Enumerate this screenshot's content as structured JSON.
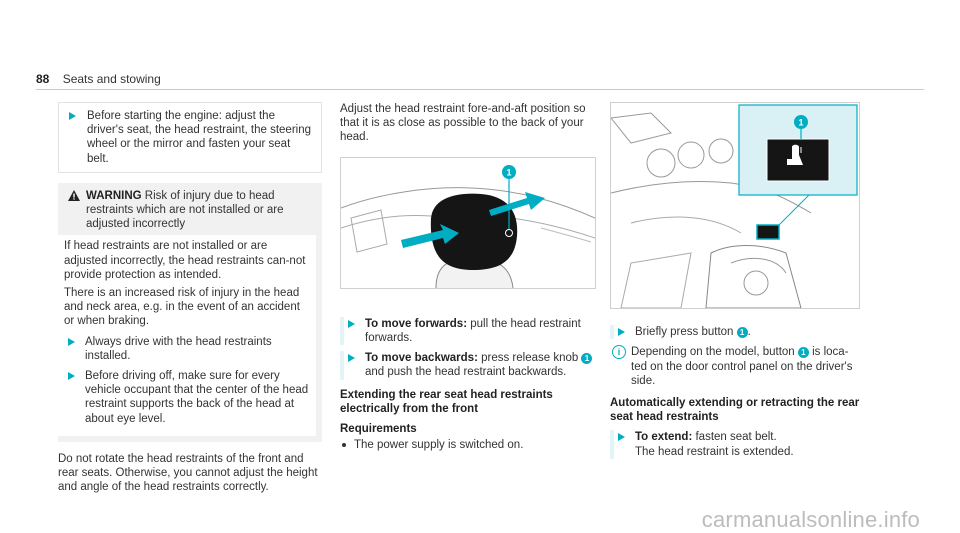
{
  "header": {
    "page_number": "88",
    "section": "Seats and stowing"
  },
  "col1": {
    "intro_step": "Before starting the engine: adjust the driver's seat, the head restraint, the steering wheel or the mirror and fasten your seat belt.",
    "warning": {
      "label": "WARNING",
      "headline": "Risk of injury due to head restraints which are not installed or are adjusted incorrectly",
      "p1": "If head restraints are not installed or are adjusted incorrectly, the head restraints can-not provide protection as intended.",
      "p2": "There is an increased risk of injury in the head and neck area, e.g. in the event of an accident or when braking.",
      "step1": "Always drive with the head restraints installed.",
      "step2": "Before driving off, make sure for every vehicle occupant that the center of the head restraint supports the back of the head at about eye level."
    },
    "closing": "Do not rotate the head restraints of the front and rear seats. Otherwise, you cannot adjust the height and angle of the head restraints correctly."
  },
  "col2": {
    "intro": "Adjust the head restraint fore-and-aft position so that it is as close as possible to the back of your head.",
    "image_callout": "1",
    "step1_label": "To move forwards:",
    "step1_text": " pull the head restraint forwards.",
    "step2_label": "To move backwards:",
    "step2_text_a": " press release knob ",
    "step2_callout": "1",
    "step2_text_b": " and push the head restraint backwards.",
    "subheading": "Extending the rear seat head restraints electrically from the front",
    "requirements_label": "Requirements",
    "requirement1": "The power supply is switched on."
  },
  "col3": {
    "image_callout": "1",
    "step1_a": "Briefly press button ",
    "step1_callout": "1",
    "step1_b": ".",
    "info_a": "Depending on the model, button ",
    "info_callout": "1",
    "info_b": " is loca-ted on the door control panel on the driver's side.",
    "subheading": "Automatically extending or retracting the rear seat head restraints",
    "step2_label": "To extend:",
    "step2_text": " fasten seat belt.",
    "step2_result": "The head restraint is extended."
  },
  "footer": {
    "watermark": "carmanualsonline.info"
  },
  "colors": {
    "accent": "#00adc2",
    "warning_bg": "#f1f1f1"
  }
}
